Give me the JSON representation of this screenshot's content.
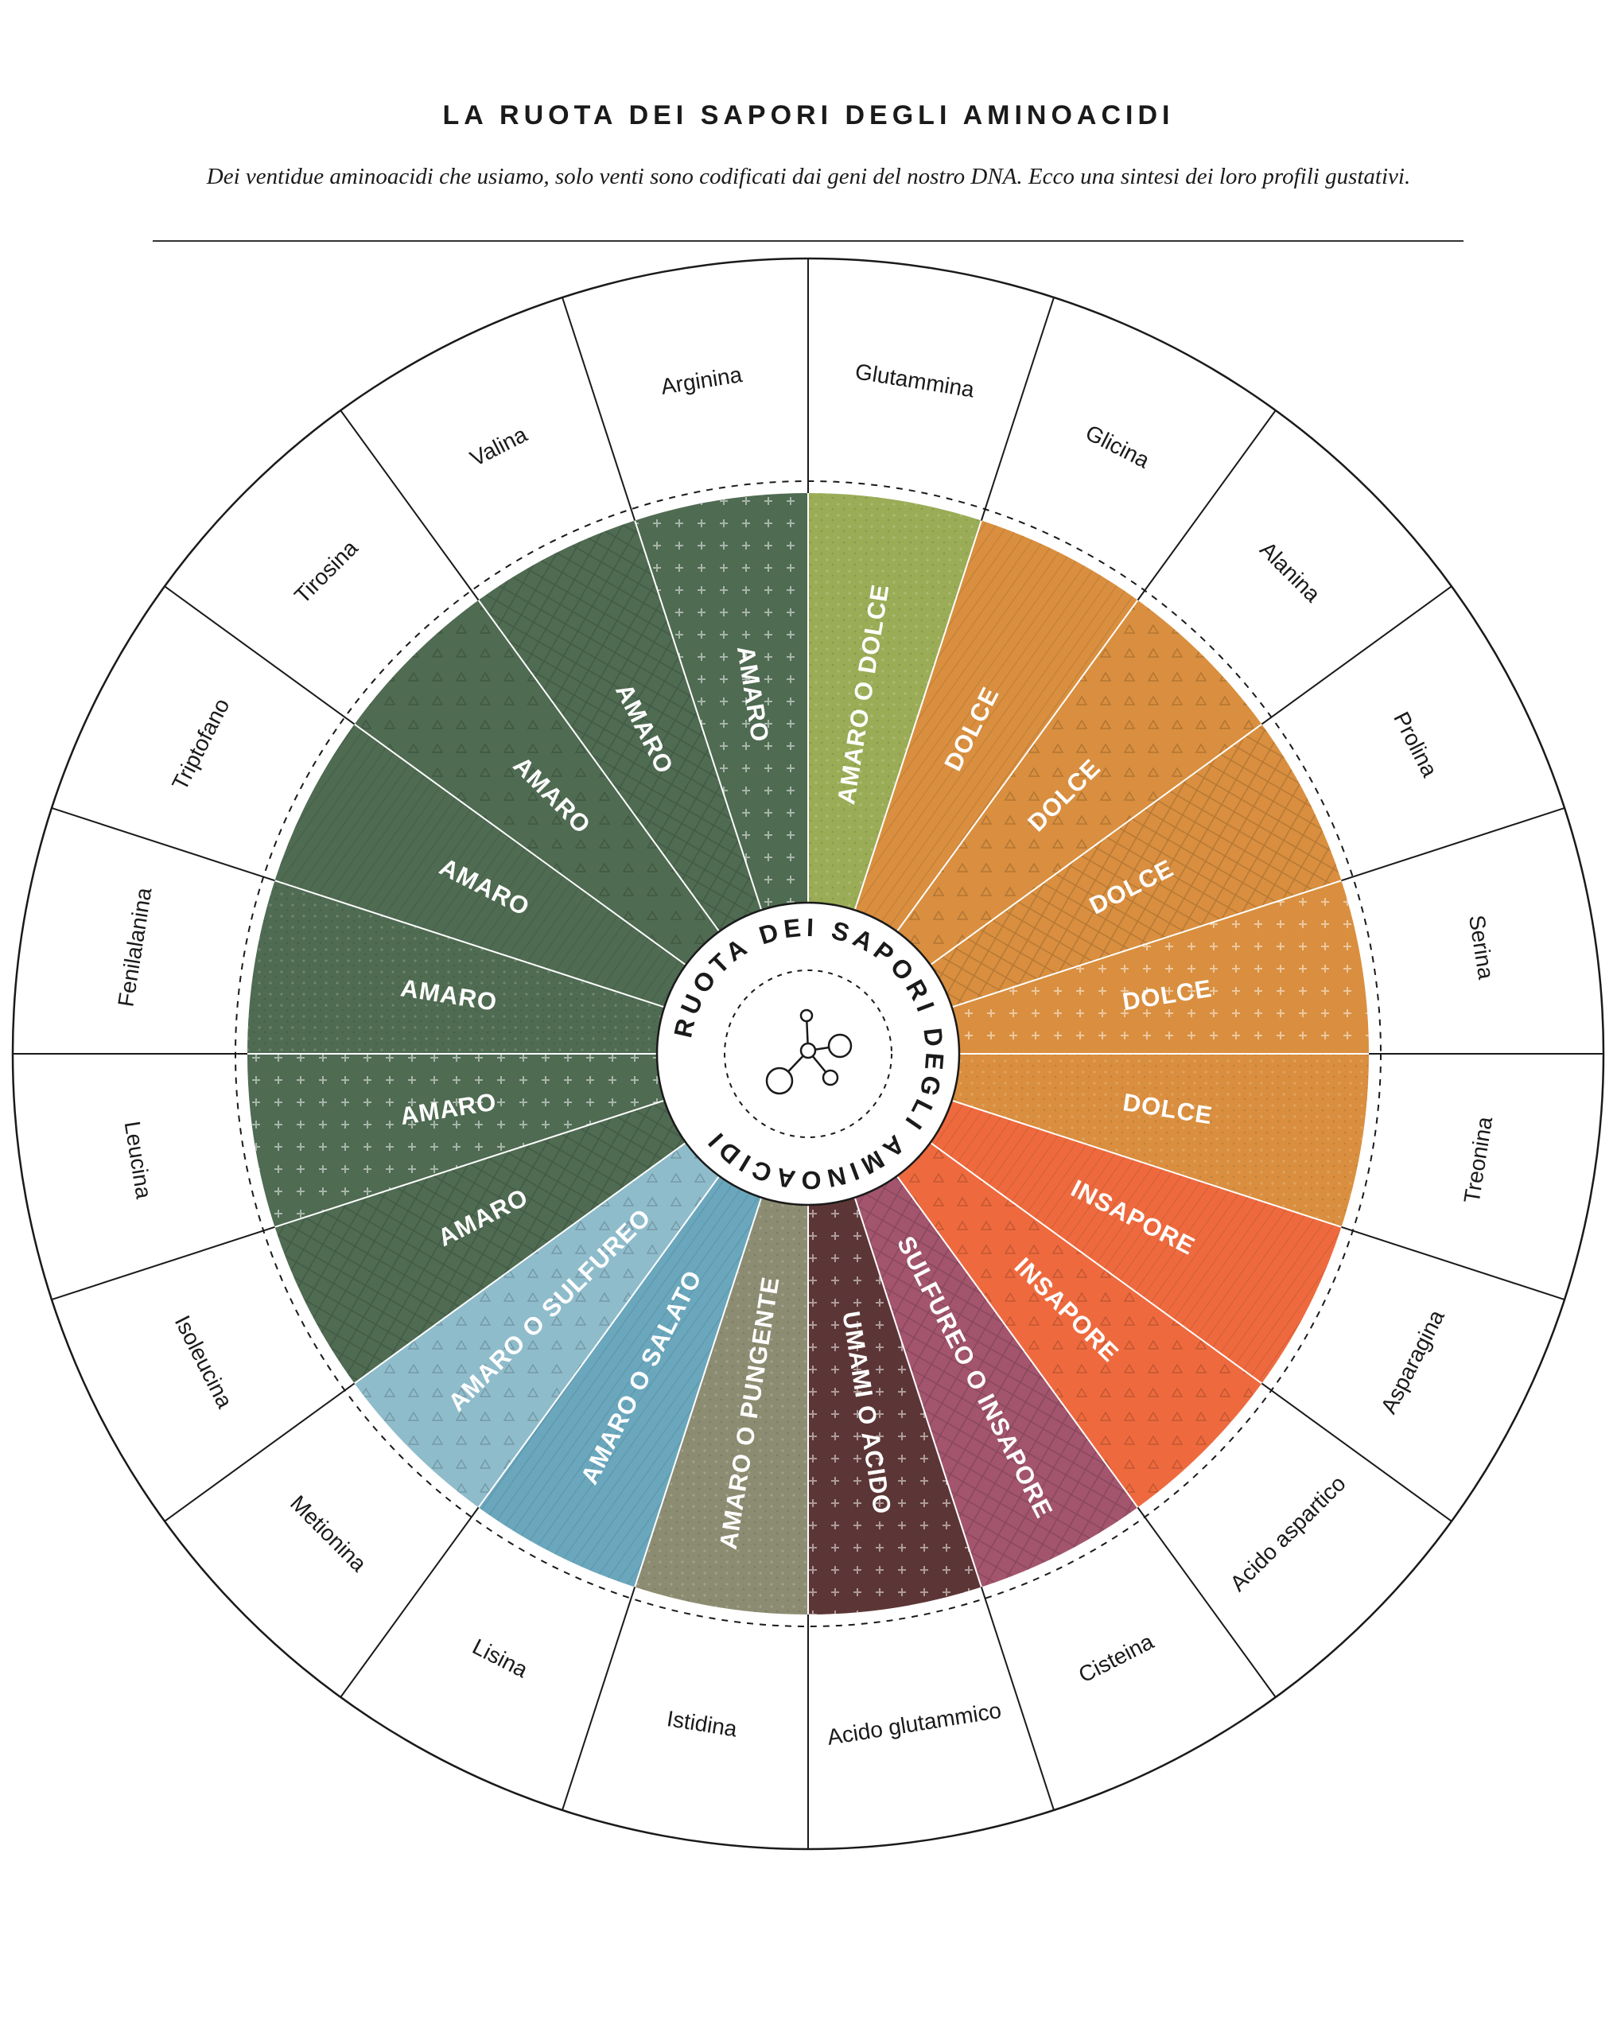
{
  "header": {
    "title": "LA RUOTA DEI SAPORI DEGLI AMINOACIDI",
    "subtitle": "Dei ventidue aminoacidi che usiamo, solo venti sono codificati dai geni del nostro DNA. Ecco una sintesi dei loro profili gustativi."
  },
  "wheel": {
    "center_text": "RUOTA DEI SAPORI DEGLI AMINOACIDI",
    "center_icon": "molecule-icon",
    "segments": [
      {
        "name": "Glutammina",
        "taste": "AMARO O DOLCE",
        "color": "#9aac56"
      },
      {
        "name": "Glicina",
        "taste": "DOLCE",
        "color": "#d98f3f"
      },
      {
        "name": "Alanina",
        "taste": "DOLCE",
        "color": "#d98f3f"
      },
      {
        "name": "Prolina",
        "taste": "DOLCE",
        "color": "#d98f3f"
      },
      {
        "name": "Serina",
        "taste": "DOLCE",
        "color": "#d98f3f"
      },
      {
        "name": "Treonina",
        "taste": "DOLCE",
        "color": "#d98f3f"
      },
      {
        "name": "Asparagina",
        "taste": "INSAPORE",
        "color": "#ee6a3e"
      },
      {
        "name": "Acido aspartico",
        "taste": "INSAPORE",
        "color": "#ee6a3e"
      },
      {
        "name": "Cisteina",
        "taste": "SULFUREO O INSAPORE",
        "color": "#a3556e"
      },
      {
        "name": "Acido glutammico",
        "taste": "UMAMI O ACIDO",
        "color": "#5c3636"
      },
      {
        "name": "Istidina",
        "taste": "AMARO O PUNGENTE",
        "color": "#8c8c72"
      },
      {
        "name": "Lisina",
        "taste": "AMARO O SALATO",
        "color": "#6aa7bd"
      },
      {
        "name": "Metionina",
        "taste": "AMARO O SULFUREO",
        "color": "#8fbccb"
      },
      {
        "name": "Isoleucina",
        "taste": "AMARO",
        "color": "#4f6b52"
      },
      {
        "name": "Leucina",
        "taste": "AMARO",
        "color": "#4f6b52"
      },
      {
        "name": "Fenilalanina",
        "taste": "AMARO",
        "color": "#4f6b52"
      },
      {
        "name": "Triptofano",
        "taste": "AMARO",
        "color": "#4f6b52"
      },
      {
        "name": "Tirosina",
        "taste": "AMARO",
        "color": "#4f6b52"
      },
      {
        "name": "Valina",
        "taste": "AMARO",
        "color": "#4f6b52"
      },
      {
        "name": "Arginina",
        "taste": "AMARO",
        "color": "#4f6b52"
      }
    ]
  }
}
